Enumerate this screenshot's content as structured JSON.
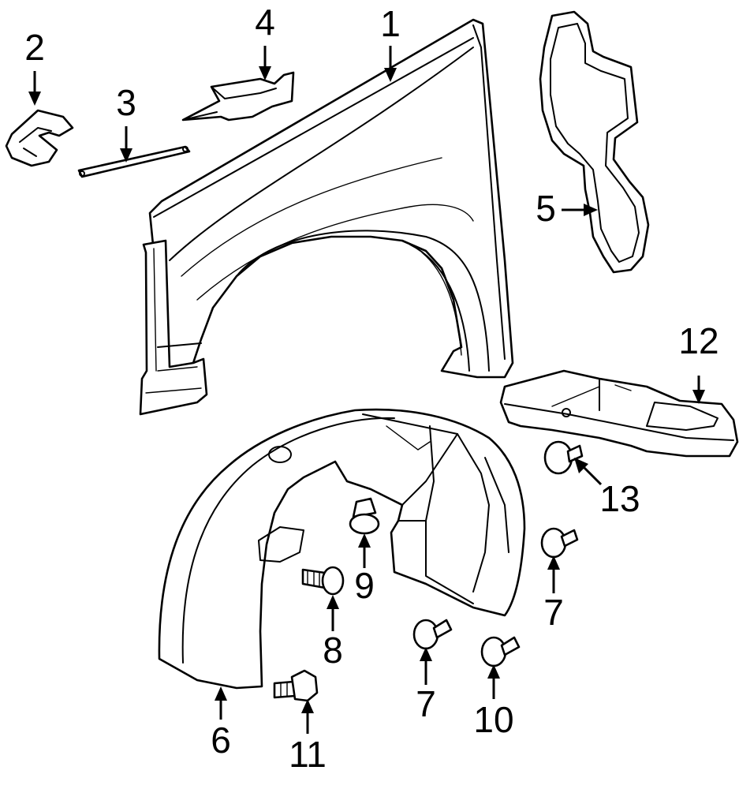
{
  "diagram": {
    "callouts": [
      {
        "id": "1",
        "label": "1"
      },
      {
        "id": "2",
        "label": "2"
      },
      {
        "id": "3",
        "label": "3"
      },
      {
        "id": "4",
        "label": "4"
      },
      {
        "id": "5",
        "label": "5"
      },
      {
        "id": "6",
        "label": "6"
      },
      {
        "id": "7a",
        "label": "7"
      },
      {
        "id": "7b",
        "label": "7"
      },
      {
        "id": "8",
        "label": "8"
      },
      {
        "id": "9",
        "label": "9"
      },
      {
        "id": "10",
        "label": "10"
      },
      {
        "id": "11",
        "label": "11"
      },
      {
        "id": "12",
        "label": "12"
      },
      {
        "id": "13",
        "label": "13"
      }
    ]
  }
}
